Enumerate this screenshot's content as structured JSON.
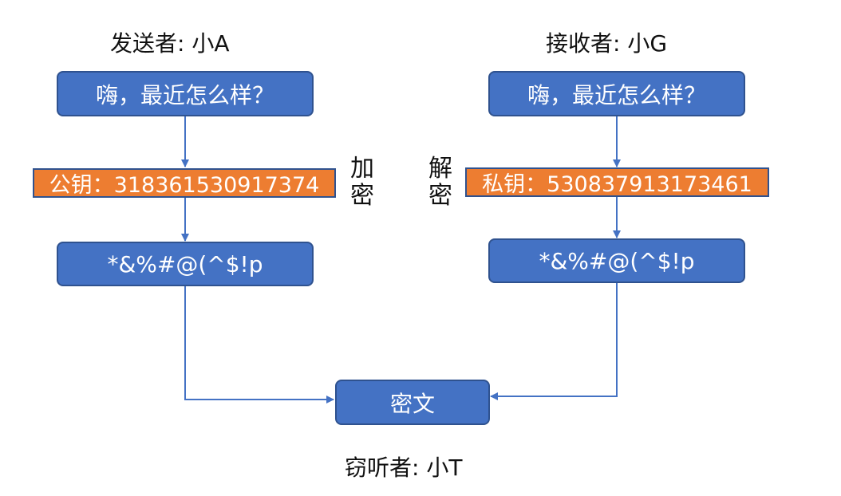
{
  "sender": {
    "title": "发送者: 小A",
    "message": "嗨，最近怎么样？",
    "key": "公钥：318361530917374",
    "encrypted": "*&%#@(^$!p"
  },
  "receiver": {
    "title": "接收者: 小G",
    "message": "嗨，最近怎么样？",
    "key": "私钥：530837913173461",
    "encrypted": "*&%#@(^$!p"
  },
  "encrypt_label": [
    "加",
    "密"
  ],
  "decrypt_label": [
    "解",
    "密"
  ],
  "ciphertext": "密文",
  "eavesdropper": "窃听者: 小T",
  "colors": {
    "box_fill": "#4472c4",
    "key_fill": "#ed7d31",
    "arrow": "#4472c4"
  }
}
